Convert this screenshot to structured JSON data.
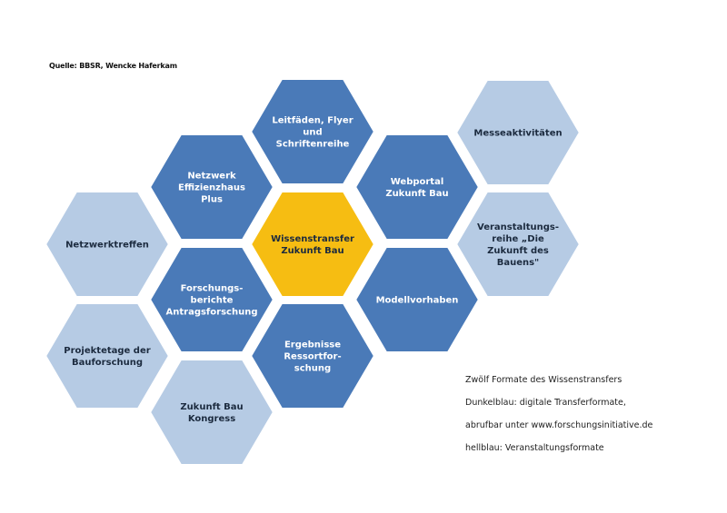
{
  "source": "Quelle: BBSR, Wencke Haferkam",
  "colors": {
    "dark": "#4a7ab8",
    "light": "#b6cbe4",
    "center": "#f6bd12",
    "text_dark": "#ffffff",
    "text_light": "#1c2b3f",
    "text_center": "#1c2b3f"
  },
  "hexagons": [
    {
      "id": "leitfaeden",
      "type": "dark",
      "lines": [
        "Leitfäden, Flyer",
        "und",
        "Schriftenreihe"
      ]
    },
    {
      "id": "messe",
      "type": "light",
      "lines": [
        "Messeaktivitäten"
      ]
    },
    {
      "id": "netzwerk-effizienzhaus",
      "type": "dark",
      "lines": [
        "Netzwerk",
        "Effizienzhaus",
        "Plus"
      ]
    },
    {
      "id": "webportal",
      "type": "dark",
      "lines": [
        "Webportal",
        "Zukunft Bau"
      ]
    },
    {
      "id": "netzwerktreffen",
      "type": "light",
      "lines": [
        "Netzwerktreffen"
      ]
    },
    {
      "id": "wissenstransfer",
      "type": "center",
      "lines": [
        "Wissenstransfer",
        "Zukunft Bau"
      ]
    },
    {
      "id": "veranstaltungsreihe",
      "type": "light",
      "lines": [
        "Veranstaltungs-",
        "reihe „Die",
        "Zukunft des",
        "Bauens\""
      ]
    },
    {
      "id": "forschungsberichte",
      "type": "dark",
      "lines": [
        "Forschungs-",
        "berichte",
        "Antragsforschung"
      ]
    },
    {
      "id": "modellvorhaben",
      "type": "dark",
      "lines": [
        "Modellvorhaben"
      ]
    },
    {
      "id": "projekttage",
      "type": "light",
      "lines": [
        "Projektetage der",
        "Bauforschung"
      ]
    },
    {
      "id": "ergebnisse",
      "type": "dark",
      "lines": [
        "Ergebnisse",
        "Ressortfor-",
        "schung"
      ]
    },
    {
      "id": "kongress",
      "type": "light",
      "lines": [
        "Zukunft Bau",
        "Kongress"
      ]
    }
  ],
  "legend": [
    "Zwölf Formate des Wissenstransfers",
    "Dunkelblau: digitale Transferformate,",
    "abrufbar unter www.forschungsinitiative.de",
    "hellblau: Veranstaltungsformate"
  ]
}
